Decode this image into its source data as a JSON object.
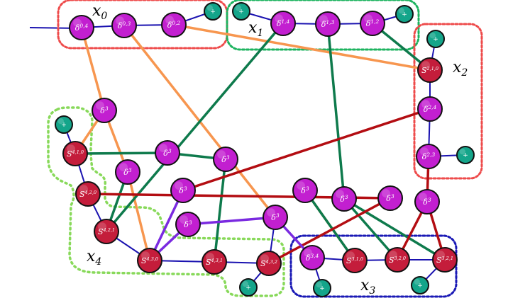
{
  "colors": {
    "delta_node": "#c21fd0",
    "s_node": "#c41d3b",
    "plus_node": "#14a58a",
    "orange_edge": "#f7964f",
    "green_edge": "#0e7a4c",
    "red_edge": "#b30d12",
    "blue_edge": "#1a12b0",
    "violet_edge": "#7a2ae0",
    "group_red": "#ee4b4b",
    "group_green": "#1db35f",
    "group_blue": "#1a19b5",
    "group_lightgreen": "#88d95a"
  },
  "groups": [
    {
      "id": "x0",
      "base": "x",
      "sub": "0",
      "color": "group_red"
    },
    {
      "id": "x1",
      "base": "x",
      "sub": "1",
      "color": "group_green"
    },
    {
      "id": "x2",
      "base": "x",
      "sub": "2",
      "color": "group_red"
    },
    {
      "id": "x3",
      "base": "x",
      "sub": "3",
      "color": "group_blue"
    },
    {
      "id": "x4",
      "base": "x",
      "sub": "4",
      "color": "group_lightgreen"
    }
  ],
  "nodes": [
    {
      "id": "d04",
      "kind": "delta",
      "base": "δ",
      "sup": "0,4"
    },
    {
      "id": "d03",
      "kind": "delta",
      "base": "δ",
      "sup": "0,3"
    },
    {
      "id": "d02",
      "kind": "delta",
      "base": "δ",
      "sup": "0,2"
    },
    {
      "id": "p01",
      "kind": "plus",
      "base": "+",
      "sup": ""
    },
    {
      "id": "p11",
      "kind": "plus",
      "base": "+",
      "sup": ""
    },
    {
      "id": "d14",
      "kind": "delta",
      "base": "δ",
      "sup": "1,4"
    },
    {
      "id": "d13",
      "kind": "delta",
      "base": "δ",
      "sup": "1,3"
    },
    {
      "id": "d12",
      "kind": "delta",
      "base": "δ",
      "sup": "1,2"
    },
    {
      "id": "p12",
      "kind": "plus",
      "base": "+",
      "sup": ""
    },
    {
      "id": "p21",
      "kind": "plus",
      "base": "+",
      "sup": ""
    },
    {
      "id": "s210",
      "kind": "s",
      "base": "S",
      "sup": "2,1,0"
    },
    {
      "id": "d24",
      "kind": "delta",
      "base": "δ",
      "sup": "2,4"
    },
    {
      "id": "d23",
      "kind": "delta",
      "base": "δ",
      "sup": "2,3"
    },
    {
      "id": "p22",
      "kind": "plus",
      "base": "+",
      "sup": ""
    },
    {
      "id": "d3a",
      "kind": "delta",
      "base": "δ",
      "sup": "3"
    },
    {
      "id": "p41",
      "kind": "plus",
      "base": "+",
      "sup": ""
    },
    {
      "id": "s410",
      "kind": "s",
      "base": "S",
      "sup": "4,1,0"
    },
    {
      "id": "d3b",
      "kind": "delta",
      "base": "δ",
      "sup": "3"
    },
    {
      "id": "d3c",
      "kind": "delta",
      "base": "δ",
      "sup": "3"
    },
    {
      "id": "d3d",
      "kind": "delta",
      "base": "δ",
      "sup": "3"
    },
    {
      "id": "s420",
      "kind": "s",
      "base": "S",
      "sup": "4,2,0"
    },
    {
      "id": "d3e",
      "kind": "delta",
      "base": "δ",
      "sup": "3"
    },
    {
      "id": "d3f",
      "kind": "delta",
      "base": "δ",
      "sup": "3"
    },
    {
      "id": "d3g",
      "kind": "delta",
      "base": "δ",
      "sup": "3"
    },
    {
      "id": "d3h",
      "kind": "delta",
      "base": "δ",
      "sup": "3"
    },
    {
      "id": "d3i",
      "kind": "delta",
      "base": "δ",
      "sup": "3"
    },
    {
      "id": "s421",
      "kind": "s",
      "base": "S",
      "sup": "4,2,1"
    },
    {
      "id": "d3j",
      "kind": "delta",
      "base": "δ",
      "sup": "3"
    },
    {
      "id": "d3k",
      "kind": "delta",
      "base": "δ",
      "sup": "3"
    },
    {
      "id": "s430",
      "kind": "s",
      "base": "S",
      "sup": "4,3,0"
    },
    {
      "id": "s431",
      "kind": "s",
      "base": "S",
      "sup": "4,3,1"
    },
    {
      "id": "s432",
      "kind": "s",
      "base": "S",
      "sup": "4,3,2"
    },
    {
      "id": "p43",
      "kind": "plus",
      "base": "+",
      "sup": ""
    },
    {
      "id": "d34",
      "kind": "delta",
      "base": "δ",
      "sup": "3,4"
    },
    {
      "id": "p31",
      "kind": "plus",
      "base": "+",
      "sup": ""
    },
    {
      "id": "s310",
      "kind": "s",
      "base": "S",
      "sup": "3,1,0"
    },
    {
      "id": "s320",
      "kind": "s",
      "base": "S",
      "sup": "3,2,0"
    },
    {
      "id": "s321",
      "kind": "s",
      "base": "S",
      "sup": "3,2,1"
    },
    {
      "id": "p32",
      "kind": "plus",
      "base": "+",
      "sup": ""
    }
  ],
  "edges": [
    {
      "from": "d04",
      "to": "d3a",
      "color": "orange_edge"
    },
    {
      "from": "d03",
      "to": "d3i",
      "color": "orange_edge"
    },
    {
      "from": "d02",
      "to": "s210",
      "color": "orange_edge"
    },
    {
      "from": "d3a",
      "to": "s410",
      "color": "orange_edge"
    },
    {
      "from": "d3a",
      "to": "d3c",
      "color": "orange_edge"
    },
    {
      "from": "d3c",
      "to": "s430",
      "color": "orange_edge"
    },
    {
      "from": "d3f",
      "to": "s310",
      "color": "orange_edge"
    },
    {
      "from": "s410",
      "to": "d3b",
      "color": "green_edge"
    },
    {
      "from": "d3b",
      "to": "d3d",
      "color": "green_edge"
    },
    {
      "from": "d3d",
      "to": "s431",
      "color": "green_edge"
    },
    {
      "from": "d14",
      "to": "s421",
      "color": "green_edge"
    },
    {
      "from": "d13",
      "to": "d3g",
      "color": "green_edge"
    },
    {
      "from": "d12",
      "to": "s210",
      "color": "green_edge"
    },
    {
      "from": "d3c",
      "to": "s421",
      "color": "green_edge"
    },
    {
      "from": "d3g",
      "to": "s320",
      "color": "green_edge"
    },
    {
      "from": "d3g",
      "to": "s321",
      "color": "green_edge"
    },
    {
      "from": "d3f",
      "to": "s310",
      "color": "green_edge"
    },
    {
      "from": "s420",
      "to": "d3h",
      "color": "red_edge"
    },
    {
      "from": "d3e",
      "to": "d24",
      "color": "red_edge"
    },
    {
      "from": "d3h",
      "to": "s432",
      "color": "red_edge"
    },
    {
      "from": "d23",
      "to": "d3k",
      "color": "red_edge"
    },
    {
      "from": "d3k",
      "to": "s320",
      "color": "red_edge"
    },
    {
      "from": "d3k",
      "to": "s321",
      "color": "red_edge"
    },
    {
      "from": "d3j",
      "to": "d3i",
      "color": "violet_edge"
    },
    {
      "from": "d3j",
      "to": "s430",
      "color": "violet_edge"
    },
    {
      "from": "d3i",
      "to": "d34",
      "color": "violet_edge"
    },
    {
      "from": "d3e",
      "to": "s430",
      "color": "violet_edge"
    },
    {
      "from": "d04",
      "to": "d03",
      "color": "blue_edge"
    },
    {
      "from": "d03",
      "to": "d02",
      "color": "blue_edge"
    },
    {
      "from": "d02",
      "to": "p01",
      "color": "blue_edge"
    },
    {
      "from": "p11",
      "to": "d14",
      "color": "blue_edge"
    },
    {
      "from": "d14",
      "to": "d13",
      "color": "blue_edge"
    },
    {
      "from": "d13",
      "to": "d12",
      "color": "blue_edge"
    },
    {
      "from": "d12",
      "to": "p12",
      "color": "blue_edge"
    },
    {
      "from": "p21",
      "to": "s210",
      "color": "blue_edge"
    },
    {
      "from": "s210",
      "to": "d24",
      "color": "blue_edge"
    },
    {
      "from": "d24",
      "to": "d23",
      "color": "blue_edge"
    },
    {
      "from": "d23",
      "to": "p22",
      "color": "blue_edge"
    },
    {
      "from": "p41",
      "to": "s410",
      "color": "blue_edge"
    },
    {
      "from": "s410",
      "to": "s420",
      "color": "blue_edge"
    },
    {
      "from": "s420",
      "to": "s421",
      "color": "blue_edge"
    },
    {
      "from": "s421",
      "to": "s430",
      "color": "blue_edge"
    },
    {
      "from": "s430",
      "to": "s431",
      "color": "blue_edge"
    },
    {
      "from": "s431",
      "to": "s432",
      "color": "blue_edge"
    },
    {
      "from": "s432",
      "to": "p43",
      "color": "blue_edge"
    },
    {
      "from": "s432",
      "to": "d3i",
      "color": "blue_edge"
    },
    {
      "from": "d34",
      "to": "s310",
      "color": "blue_edge"
    },
    {
      "from": "d34",
      "to": "p31",
      "color": "blue_edge"
    },
    {
      "from": "s310",
      "to": "s320",
      "color": "blue_edge"
    },
    {
      "from": "s320",
      "to": "s321",
      "color": "blue_edge"
    },
    {
      "from": "s321",
      "to": "p32",
      "color": "blue_edge"
    }
  ]
}
